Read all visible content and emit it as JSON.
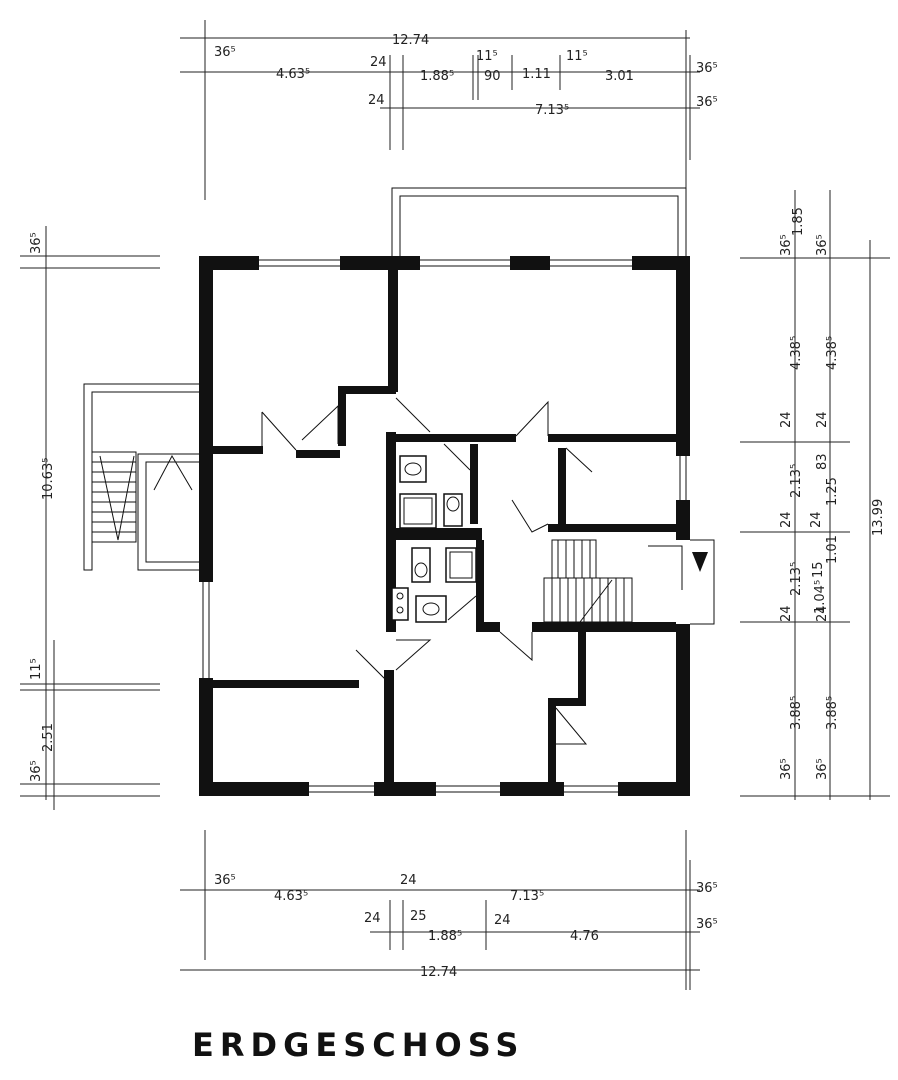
{
  "title": "ERDGESCHOSS",
  "top_dims": {
    "overall": "12.74",
    "row1": [
      "36⁵",
      "4.63⁵",
      "24",
      "1.88⁵",
      "11⁵",
      "90",
      "1.11",
      "11⁵",
      "3.01",
      "36⁵"
    ],
    "row2": [
      "24",
      "7.13⁵",
      "36⁵"
    ]
  },
  "bottom_dims": {
    "row1": [
      "36⁵",
      "4.63⁵",
      "24",
      "7.13⁵",
      "36⁵"
    ],
    "row2": [
      "24",
      "25",
      "1.88⁵",
      "24",
      "4.76",
      "36⁵"
    ],
    "overall": "12.74"
  },
  "left_dims": [
    "36⁵",
    "10.63⁵",
    "11⁵",
    "2.51",
    "36⁵"
  ],
  "right_dims": {
    "col1": [
      "36⁵",
      "4.38⁵",
      "24",
      "2.13⁵",
      "24",
      "2.13⁵",
      "24",
      "3.88⁵",
      "36⁵"
    ],
    "col2": [
      "1.85",
      "36⁵",
      "4.38⁵",
      "24",
      "83",
      "1.25",
      "24",
      "1.01",
      "1.04⁵",
      "15",
      "24",
      "3.88⁵",
      "36⁵"
    ],
    "overall": "13.99"
  }
}
